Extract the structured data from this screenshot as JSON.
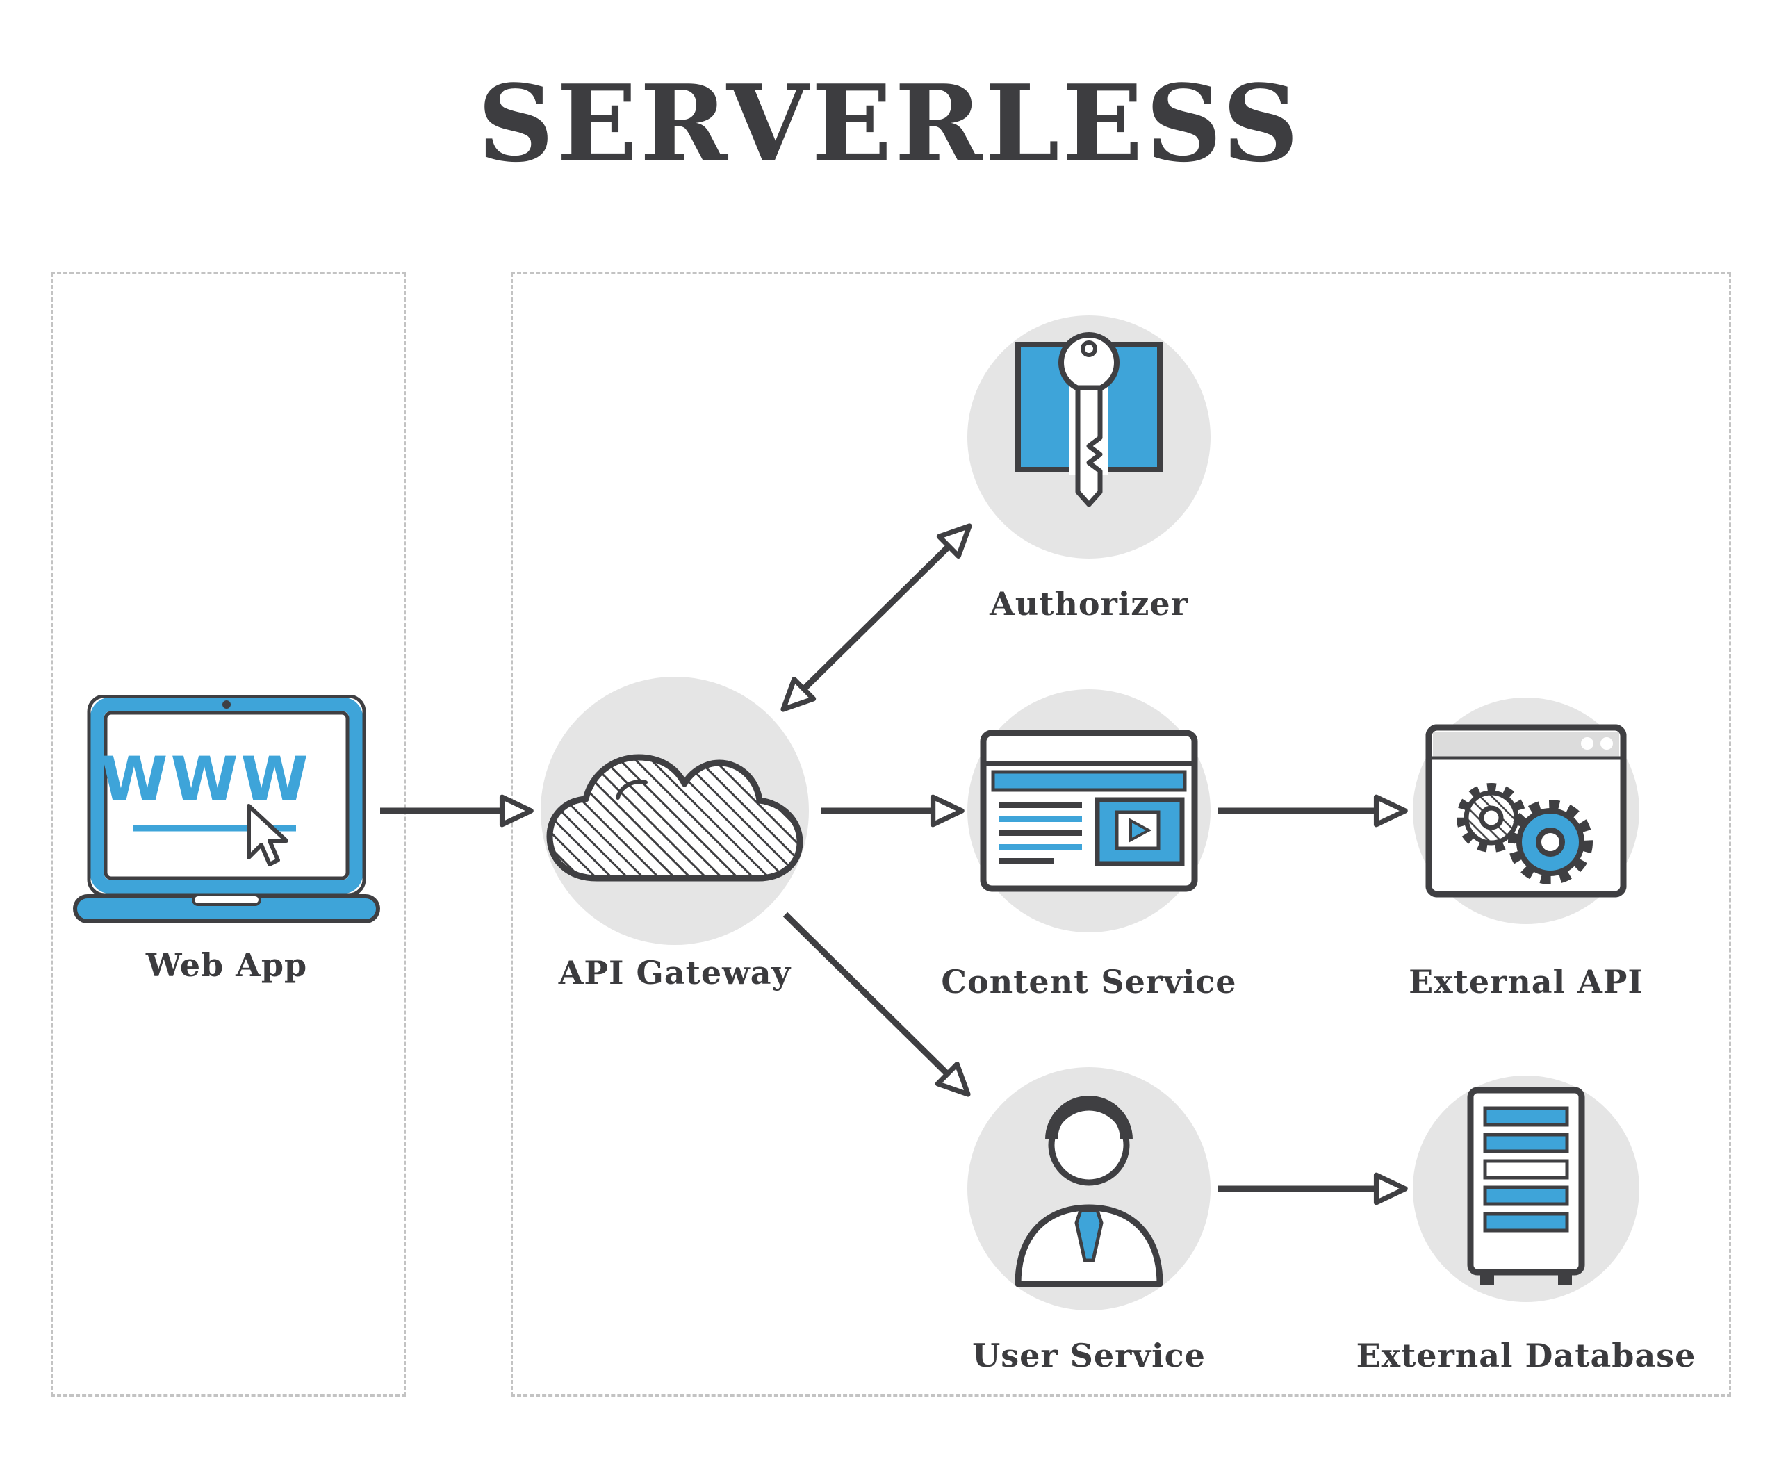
{
  "title": "SERVERLESS",
  "colors": {
    "accent": "#3EA4D9",
    "outline": "#3F3F42",
    "node_circle_bg": "#E5E5E5",
    "dashed_border": "#C3C3C3",
    "text": "#3B3B3E"
  },
  "client_panel": {
    "node": {
      "id": "web-app",
      "label": "Web App",
      "icon": "laptop-www-icon",
      "screen_text": "WWW"
    }
  },
  "serverless_panel": {
    "nodes": [
      {
        "id": "api-gateway",
        "label": "API Gateway",
        "icon": "cloud-icon"
      },
      {
        "id": "authorizer",
        "label": "Authorizer",
        "icon": "key-icon"
      },
      {
        "id": "content-service",
        "label": "Content Service",
        "icon": "browser-video-icon"
      },
      {
        "id": "external-api",
        "label": "External API",
        "icon": "browser-gears-icon"
      },
      {
        "id": "user-service",
        "label": "User Service",
        "icon": "person-icon"
      },
      {
        "id": "external-database",
        "label": "External Database",
        "icon": "server-icon"
      }
    ]
  },
  "connections": [
    {
      "from": "web-app",
      "to": "api-gateway",
      "type": "single"
    },
    {
      "from": "api-gateway",
      "to": "authorizer",
      "type": "double"
    },
    {
      "from": "api-gateway",
      "to": "content-service",
      "type": "single"
    },
    {
      "from": "content-service",
      "to": "external-api",
      "type": "single"
    },
    {
      "from": "api-gateway",
      "to": "user-service",
      "type": "single"
    },
    {
      "from": "user-service",
      "to": "external-database",
      "type": "single"
    }
  ]
}
